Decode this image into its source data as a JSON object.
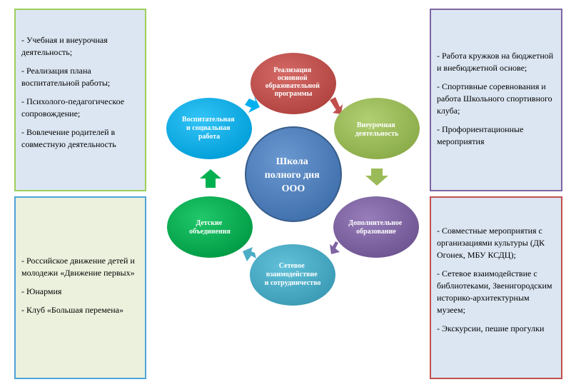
{
  "center": {
    "lines": [
      "Школа",
      "полного дня",
      "ООО"
    ],
    "color": "#4f81bd"
  },
  "nodes": [
    {
      "id": "realizaciya",
      "lines": [
        "Реализация",
        "основной",
        "образовательной",
        "программы"
      ],
      "color": "#c0504d"
    },
    {
      "id": "vneurochnaya",
      "lines": [
        "Внеурочная",
        "деятельность"
      ],
      "color": "#9bbb59"
    },
    {
      "id": "dopolnitelnoe",
      "lines": [
        "Дополнительное",
        "образование"
      ],
      "color": "#8064a2"
    },
    {
      "id": "setevoe",
      "lines": [
        "Сетевое",
        "взаимодействие",
        "и сотрудничество"
      ],
      "color": "#4bacc6"
    },
    {
      "id": "detskie",
      "lines": [
        "Детские",
        "объединения"
      ],
      "color": "#00b050"
    },
    {
      "id": "vospitatelnaya",
      "lines": [
        "Воспитательная",
        "и социальная",
        "работа"
      ],
      "color": "#00b0f0"
    }
  ],
  "boxes": {
    "top_left": [
      "- Учебная и внеурочная деятельность;",
      "- Реализация плана воспитательной работы;",
      "- Психолого-педагогическое сопровождение;",
      "- Вовлечение родителей в совместную деятельность"
    ],
    "bottom_left": [
      "- Российское движение детей и молодежи «Движение первых»",
      "- Юнармия",
      "- Клуб «Большая перемена»"
    ],
    "top_right": [
      "- Работа кружков на бюджетной и внебюджетной основе;",
      "- Спортивные соревнования и работа Школьного спортивного клуба;",
      "- Профориентационные мероприятия"
    ],
    "bottom_right": [
      "- Совместные мероприятия с организациями культуры (ДК Огонек, МБУ КСДЦ);",
      "- Сетевое взаимодействие с библиотеками, Звенигородским историко-архитектурным музеем;",
      "- Экскурсии, пешие прогулки"
    ]
  }
}
